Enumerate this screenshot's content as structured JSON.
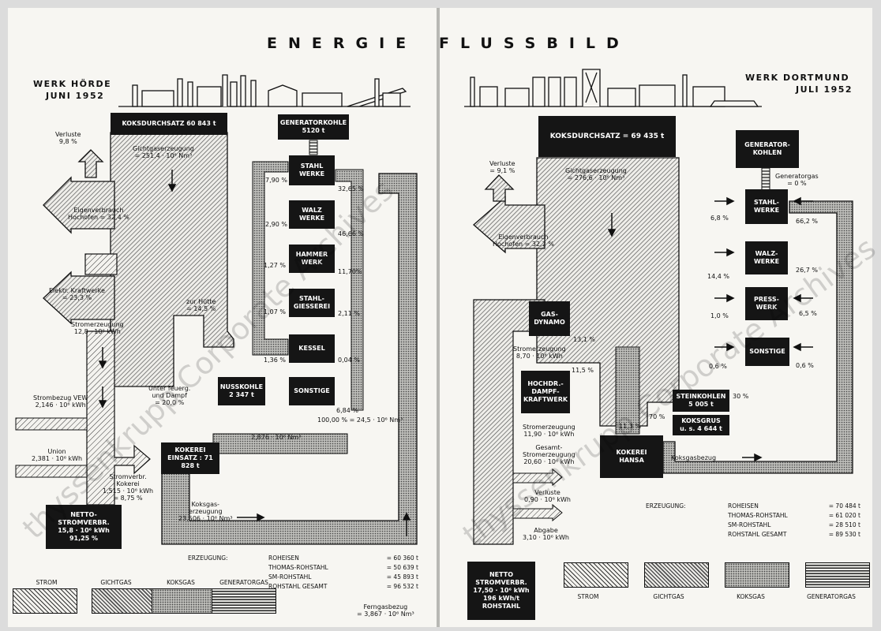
{
  "title": {
    "left": "ENERGIE",
    "right": "FLUSSBILD"
  },
  "watermark": "thyssenkrupp Corporate Archives",
  "left": {
    "werk": "WERK HÖRDE",
    "date": "JUNI 1952",
    "boxes": {
      "koksdurchsatz": "KOKSDURCHSATZ 60 843 t",
      "generatorkohle": [
        "GENERATORKOHLE",
        "5120 t"
      ],
      "stahlwerke": [
        "STAHL",
        "WERKE"
      ],
      "walzwerke": [
        "WALZ",
        "WERKE"
      ],
      "hammerwerk": [
        "HAMMER",
        "WERK"
      ],
      "stahlgiesserei": [
        "STAHL-",
        "GIESSEREI"
      ],
      "kessel": "KESSEL",
      "nusskohle": [
        "NUSSKOHLE",
        "2 347 t"
      ],
      "sonstige": "SONSTIGE",
      "kokerei": [
        "KOKEREI",
        "EINSATZ : 71 828 t"
      ],
      "netto": [
        "NETTO-STROMVERBR.",
        "15,8 · 10⁶ kWh",
        "91,25 %"
      ]
    },
    "labels": {
      "verluste": [
        "Verluste",
        "9,8 %"
      ],
      "gichtgas": [
        "Gichtgaserzeugung",
        "= 251,4 · 10⁶ Nm³"
      ],
      "eigenverbrauch": [
        "Eigenverbrauch",
        "Hochofen = 32,4 %"
      ],
      "kraftwerke": [
        "Elektr. Kraftwerke",
        "= 23,3 %"
      ],
      "stromerzeugung": [
        "Stromerzeugung",
        "12,8 · 10⁶ kWh"
      ],
      "strombezug": [
        "Strombezug VEW",
        "2,146 · 10⁶ kWh"
      ],
      "union": [
        "Union",
        "2,381 · 10⁶ kWh"
      ],
      "stromverbr": [
        "Stromverbr.",
        "Kokerei",
        "1,515 · 10⁶ kWh",
        "= 8,75 %"
      ],
      "unterfeuer": [
        "Unter feuerg.",
        "und Dampf",
        "= 20,0 %"
      ],
      "zurhuette": [
        "zur Hütte",
        "= 14,5 %"
      ],
      "p790": "7,90 %",
      "p3265": "32,65 %",
      "p290": "2,90 %",
      "p4666": "46,66 %",
      "p127": "1,27 %",
      "p1170": "11,70%",
      "p107": "1,07 %",
      "p211": "2,11 %",
      "p136": "1,36 %",
      "p004": "0,04 %",
      "p684": "6,84 %",
      "p100": "100,00 % = 24,5 · 10⁶ Nm³",
      "p2876": "2,876 · 10⁶ Nm³",
      "koksgas": [
        "Koksgas-",
        "erzeugung",
        "23,506 · 10⁶ Nm³"
      ],
      "ferngas": [
        "Ferngasbezug",
        "= 3,867 · 10⁶ Nm³"
      ]
    },
    "erzeugung": {
      "head": "ERZEUGUNG:",
      "rows": [
        {
          "name": "ROHEISEN",
          "value": "= 60 360 t"
        },
        {
          "name": "THOMAS-ROHSTAHL",
          "value": "= 50 639 t"
        },
        {
          "name": "SM-ROHSTAHL",
          "value": "= 45 893 t"
        },
        {
          "name": "ROHSTAHL GESAMT",
          "value": "= 96 532 t"
        }
      ]
    },
    "legend": [
      "STROM",
      "GICHTGAS",
      "KOKSGAS",
      "GENERATORGAS"
    ]
  },
  "right": {
    "werk": "WERK DORTMUND",
    "date": "JULI 1952",
    "boxes": {
      "koksdurchsatz": "KOKSDURCHSATZ = 69 435 t",
      "generatorkohlen": [
        "GENERATOR-",
        "KOHLEN"
      ],
      "stahlwerke": [
        "STAHL-",
        "WERKE"
      ],
      "walzwerke": [
        "WALZ-",
        "WERKE"
      ],
      "presswerk": [
        "PRESS-",
        "WERK"
      ],
      "sonstige": "SONSTIGE",
      "gasdynamo": [
        "GAS-",
        "DYNAMO"
      ],
      "hochdr": [
        "HOCHDR.-",
        "DAMPF-",
        "KRAFTWERK"
      ],
      "steinkohlen": [
        "STEINKOHLEN",
        "5 005 t"
      ],
      "koksgrus": [
        "KOKSGRUS",
        "u. s. 4 644 t"
      ],
      "kokerei": [
        "KOKEREI",
        "HANSA"
      ],
      "netto": [
        "NETTO",
        "STROMVERBR.",
        "17,50 · 10⁶ kWh",
        "196 kWh/t",
        "ROHSTAHL"
      ]
    },
    "labels": {
      "verluste": [
        "Verluste",
        "= 9,1 %"
      ],
      "gichtgas": [
        "Gichtgaserzeugung",
        "= 276,6 · 10⁶ Nm³"
      ],
      "eigenverbrauch": [
        "Eigenverbrauch",
        "Hochofen = 32,2 %"
      ],
      "generatorgas": [
        "Generatorgas",
        "= 0 %"
      ],
      "p68": "6,8 %",
      "p662": "66,2 %",
      "p144": "14,4 %",
      "p267": "26,7 %",
      "p10": "1,0 %",
      "p65": "6,5 %",
      "p06a": "0,6 %",
      "p06b": "0,6 %",
      "p131": "13,1 %",
      "p115": "11,5 %",
      "p113": "11,3 %",
      "p30": "30 %",
      "p70": "70 %",
      "stromerz1": [
        "Stromerzeugung",
        "8,70 · 10⁶ kWh"
      ],
      "stromerz2": [
        "Stromerzeugung",
        "11,90 · 10⁶ kWh"
      ],
      "gesamt": [
        "Gesamt-",
        "Stromerzeugung",
        "20,60 · 10⁶ kWh"
      ],
      "verluste2": [
        "Verluste",
        "0,90 · 10⁶ kWh"
      ],
      "abgabe": [
        "Abgabe",
        "3,10 · 10⁶ kWh"
      ],
      "koksgasbezug": "Koksgasbezug"
    },
    "erzeugung": {
      "head": "ERZEUGUNG:",
      "rows": [
        {
          "name": "ROHEISEN",
          "value": "= 70 484 t"
        },
        {
          "name": "THOMAS-ROHSTAHL",
          "value": "= 61 020 t"
        },
        {
          "name": "SM-ROHSTAHL",
          "value": "= 28 510 t"
        },
        {
          "name": "ROHSTAHL GESAMT",
          "value": "= 89 530 t"
        }
      ]
    },
    "legend": [
      "STROM",
      "GICHTGAS",
      "KOKSGAS",
      "GENERATORGAS"
    ]
  }
}
